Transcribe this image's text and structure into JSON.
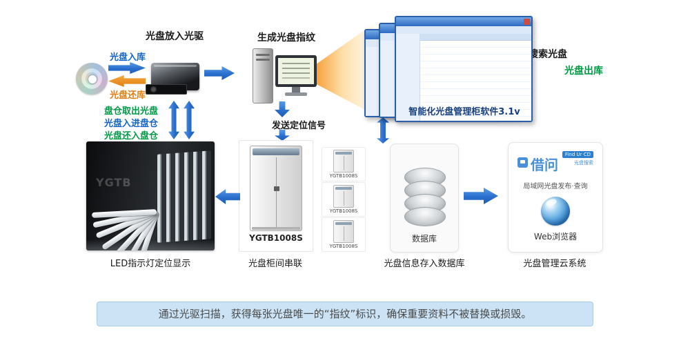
{
  "steps": {
    "put_disc": "光盘放入光驱",
    "gen_fingerprint": "生成光盘指纹",
    "send_signal": "发送定位信号",
    "search_disc": "搜索光盘",
    "disc_out": "光盘出库"
  },
  "disc_flow": {
    "in_label": "光盘入库",
    "return_label": "光盘还库"
  },
  "bin_flow": {
    "lines": [
      "盘仓取出光盘",
      "光盘入进盘仓",
      "光盘还入盘仓"
    ]
  },
  "software": {
    "title": "智能化光盘管理柜软件3.1v"
  },
  "led": {
    "caption": "LED指示灯定位显示",
    "watermark": "YGTB"
  },
  "cabinet": {
    "model": "YGTB1008S",
    "caption": "光盘柜间串联"
  },
  "database": {
    "label": "数据库",
    "caption": "光盘信息存入数据库"
  },
  "cloud": {
    "brand": "借问",
    "badge": "Find Ur CD",
    "tagline": "光盘搜索",
    "line": "局域网光盘发布·查询",
    "browser": "Web浏览器",
    "caption": "光盘管理云系统"
  },
  "banner": {
    "text": "通过光驱扫描，获得每张光盘唯一的“指纹”标识，确保重要资料不被替换或损毁。"
  },
  "colors": {
    "arrow_blue": "#2a6fce",
    "arrow_orange": "#e07f10",
    "green_text": "#009a44",
    "blue_text": "#1464c8",
    "banner_bg": "#cbe3f5"
  }
}
